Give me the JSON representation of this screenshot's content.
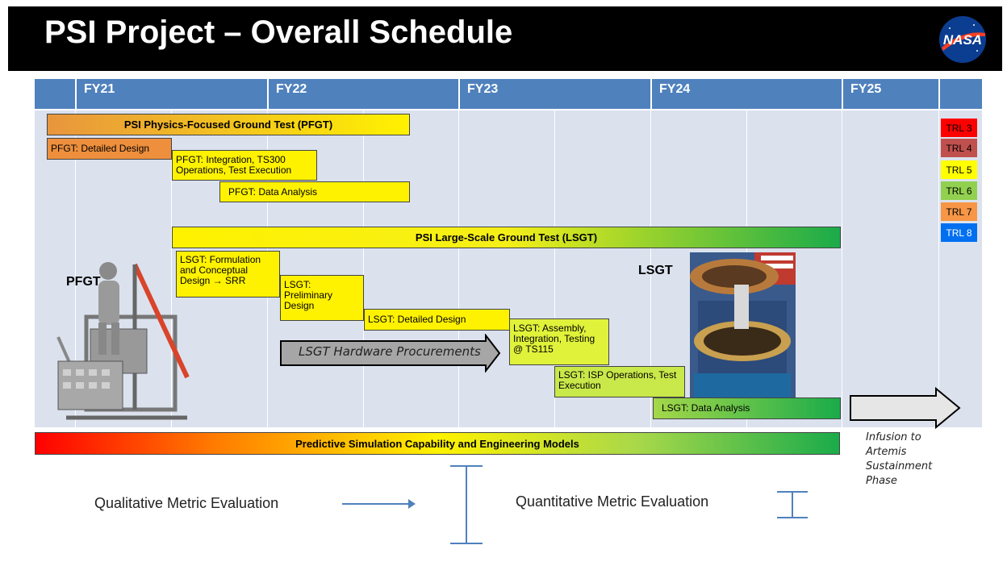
{
  "title": "PSI Project – Overall Schedule",
  "logo_text": "NASA",
  "fiscal_years": [
    "FY21",
    "FY22",
    "FY23",
    "FY24",
    "FY25"
  ],
  "pfgt": {
    "main_bar": "PSI Physics-Focused Ground Test (PFGT)",
    "detailed_design": "PFGT: Detailed Design",
    "integration": "PFGT: Integration, TS300 Operations, Test Execution",
    "data_analysis": "PFGT: Data Analysis",
    "image_label": "PFGT"
  },
  "lsgt": {
    "main_bar": "PSI Large-Scale Ground Test (LSGT)",
    "formulation": "LSGT: Formulation and Conceptual Design → SRR",
    "preliminary": "LSGT: Preliminary Design",
    "detailed_design": "LSGT:  Detailed Design",
    "assembly": "LSGT: Assembly, Integration, Testing @ TS115",
    "isp_ops": "LSGT:  ISP Operations, Test Execution",
    "data_analysis": "LSGT:  Data Analysis",
    "hardware": "LSGT Hardware Procurements",
    "image_label": "LSGT"
  },
  "predictive": "Predictive Simulation Capability and Engineering Models",
  "infusion_note": [
    "Infusion to",
    "Artemis",
    "Sustainment",
    "Phase"
  ],
  "trl_legend": [
    {
      "label": "TRL 3",
      "color": "#ff0000"
    },
    {
      "label": "TRL 4",
      "color": "#c0504d"
    },
    {
      "label": "TRL 5",
      "color": "#ffff00"
    },
    {
      "label": "TRL 6",
      "color": "#92d050"
    },
    {
      "label": "TRL 7",
      "color": "#f79646"
    },
    {
      "label": "TRL 8",
      "color": "#0070f0"
    }
  ],
  "metrics": {
    "qualitative": "Qualitative Metric Evaluation",
    "quantitative": "Quantitative Metric Evaluation"
  },
  "colors": {
    "header_blue": "#4f81bd",
    "grid_bg": "#dbe2ee",
    "metric_blue": "#4f81bd"
  }
}
